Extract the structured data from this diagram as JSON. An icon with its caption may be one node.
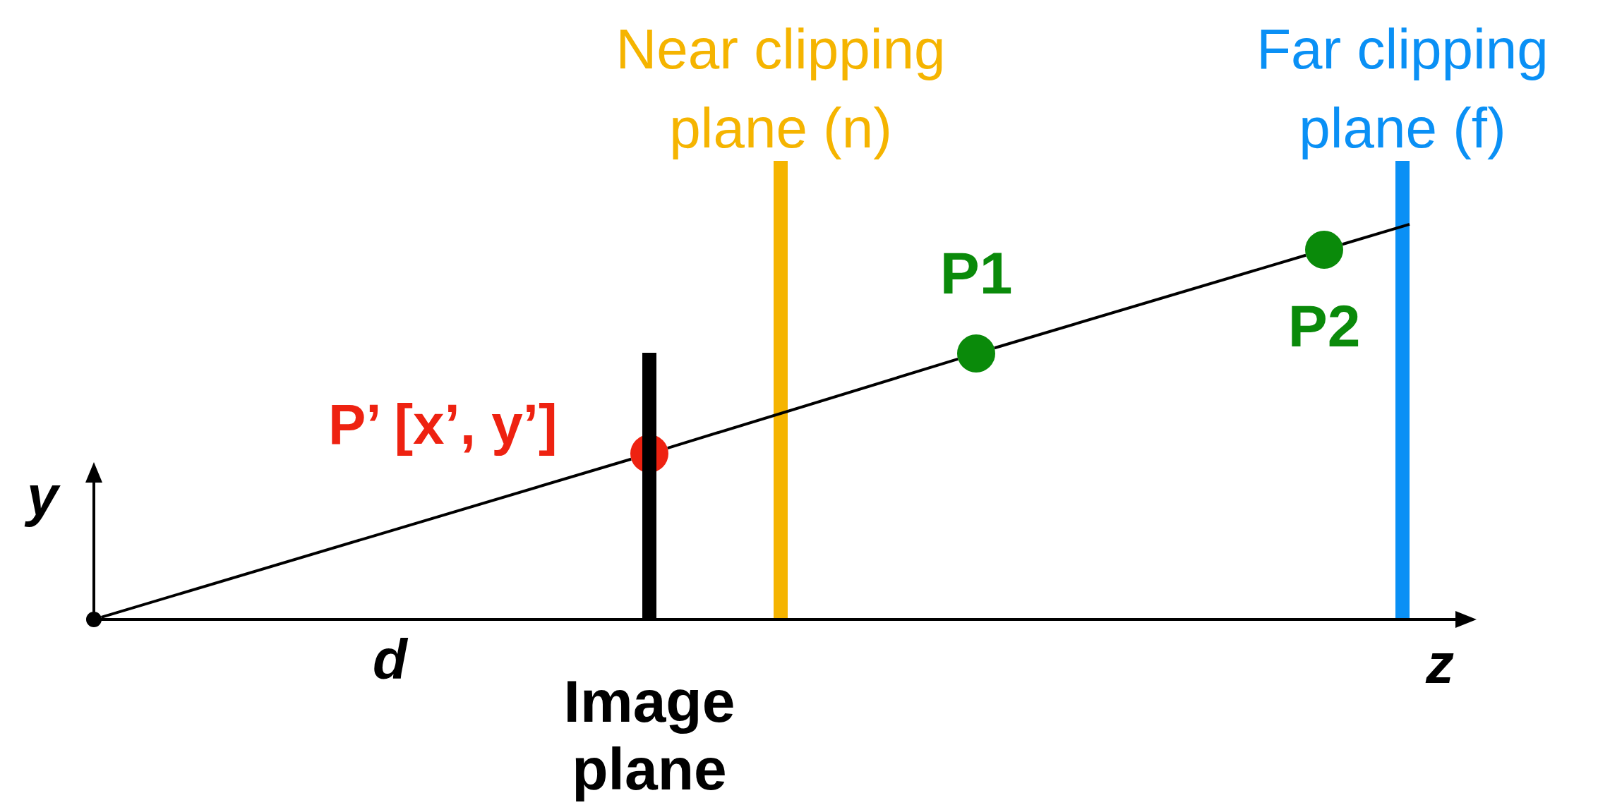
{
  "diagram": {
    "nodes": [
      {
        "text": [
          "Near clipping plane (n)"
        ]
      },
      {
        "text": [
          "Far clipping plane (f)"
        ]
      },
      {
        "text": [
          "P1"
        ]
      },
      {
        "text": [
          "P2"
        ]
      },
      {
        "text": [
          "P’ [x’, y’]"
        ]
      },
      {
        "text": [],
        "shape": "circle"
      },
      {
        "text": [
          "Image plane"
        ]
      }
    ],
    "edges": [
      {
        "from": 5,
        "to": 4,
        "arrow": "none"
      },
      {
        "from": 4,
        "to": 2,
        "arrow": "none"
      },
      {
        "from": 2,
        "to": 3,
        "arrow": "none"
      },
      {
        "from": 3,
        "to": 1,
        "arrow": "none"
      }
    ],
    "labels": [
      "y",
      "d",
      "z"
    ]
  }
}
